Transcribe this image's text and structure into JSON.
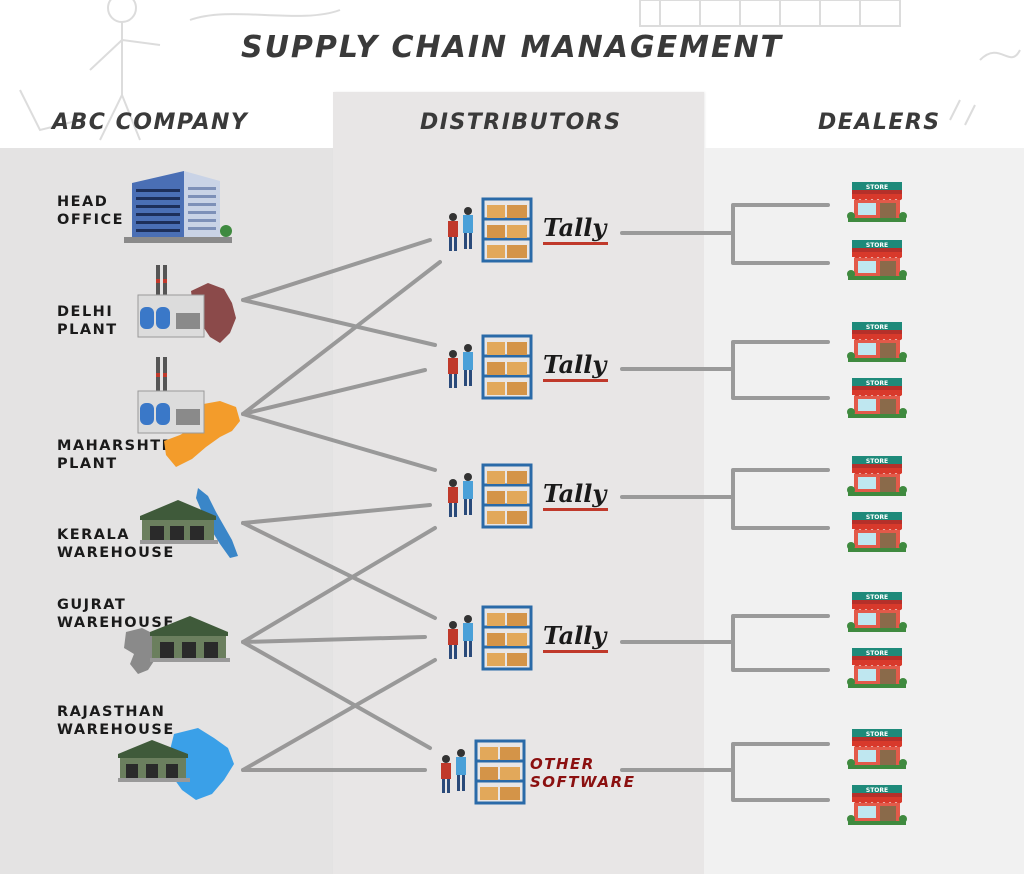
{
  "title": "SUPPLY CHAIN MANAGEMENT",
  "columns": {
    "company": "ABC COMPANY",
    "distributors": "DISTRIBUTORS",
    "dealers": "DEALERS"
  },
  "sources": [
    {
      "name": "head-office",
      "line1": "HEAD",
      "line2": "OFFICE",
      "icon": "office-building-icon"
    },
    {
      "name": "delhi-plant",
      "line1": "DELHI",
      "line2": "PLANT",
      "icon": "factory-icon"
    },
    {
      "name": "maharashtra-plant",
      "line1": "MAHARSHTRA",
      "line2": "PLANT",
      "icon": "factory-icon"
    },
    {
      "name": "kerala-warehouse",
      "line1": "KERALA",
      "line2": "WAREHOUSE",
      "icon": "warehouse-icon"
    },
    {
      "name": "gujrat-warehouse",
      "line1": "GUJRAT",
      "line2": "WAREHOUSE",
      "icon": "warehouse-icon"
    },
    {
      "name": "rajasthan-warehouse",
      "line1": "RAJASTHAN",
      "line2": "WAREHOUSE",
      "icon": "warehouse-icon"
    }
  ],
  "distributors": [
    {
      "software": "Tally"
    },
    {
      "software": "Tally"
    },
    {
      "software": "Tally"
    },
    {
      "software": "Tally"
    },
    {
      "software_line1": "OTHER",
      "software_line2": "SOFTWARE"
    }
  ],
  "dealer_store_sign": "STORE",
  "dealer_count": 10,
  "colors": {
    "connector": "#8c8c8c",
    "store_awning": "#d8392b",
    "store_sign": "#1e8a7a",
    "tally_underline": "#c0392b",
    "other_software_text": "#8b1010",
    "maharashtra_map": "#f39c2b",
    "kerala_map": "#3a86c8",
    "rajasthan_map": "#3aa0e8",
    "delhi_map": "#8b4a4a",
    "gujrat_map": "#8a8a8a"
  }
}
